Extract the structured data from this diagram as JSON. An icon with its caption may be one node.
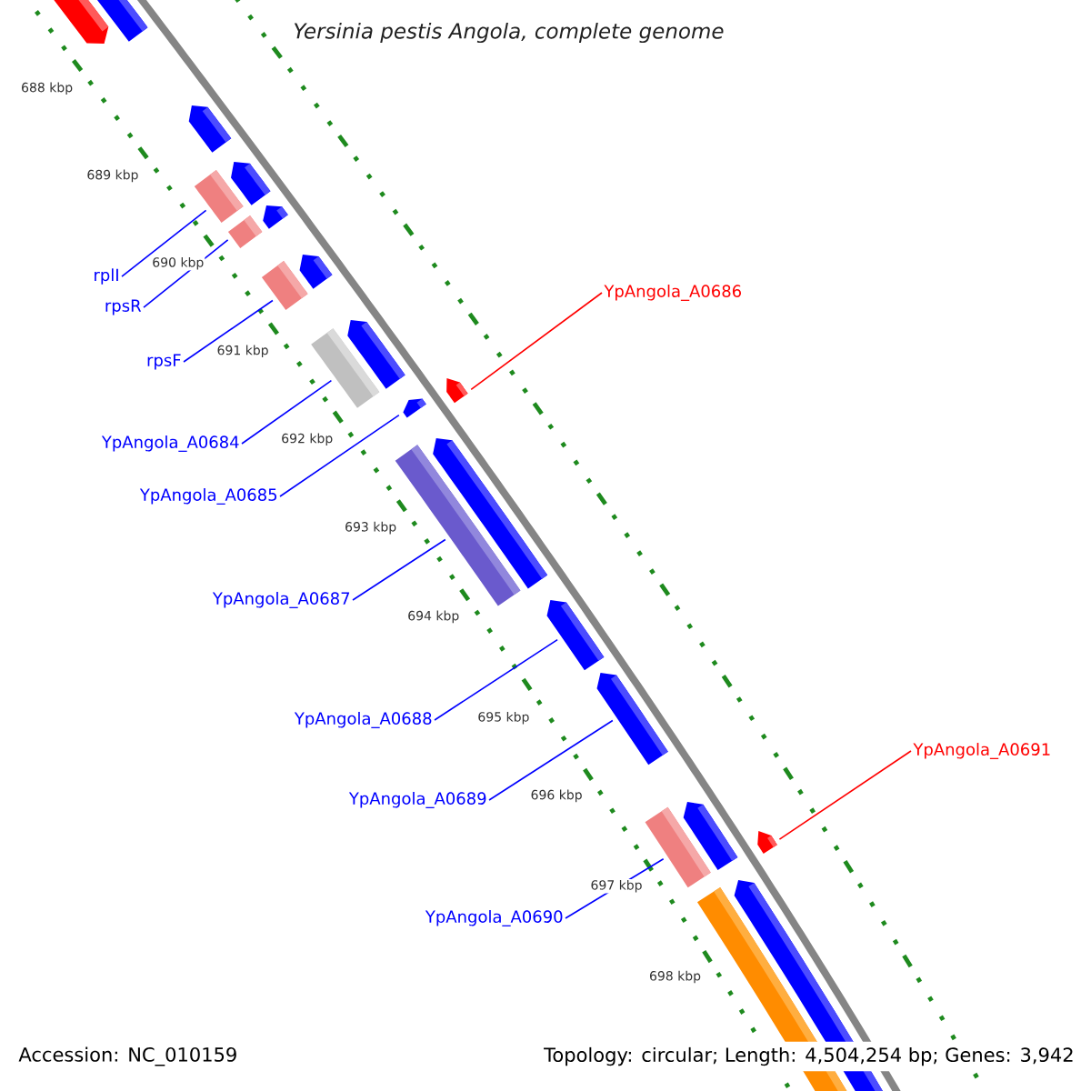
{
  "diagram": {
    "title": "Yersinia pestis Angola, complete genome",
    "nodes": [
      {
        "text": [
          "rplI"
        ]
      },
      {
        "text": [
          "YpAngola_A0686"
        ]
      },
      {
        "text": [
          "rpsR"
        ]
      },
      {
        "text": [
          "rpsF"
        ]
      },
      {
        "text": [
          "YpAngola_A0684"
        ]
      },
      {
        "text": [
          "YpAngola_A0685"
        ]
      },
      {
        "text": [
          "YpAngola_A0687"
        ]
      },
      {
        "text": [
          "YpAngola_A0688"
        ]
      },
      {
        "text": [
          "YpAngola_A0691"
        ]
      },
      {
        "text": [
          "YpAngola_A0689"
        ]
      },
      {
        "text": [
          "YpAngola_A0690"
        ]
      },
      {
        "text": [],
        "shape": "bar"
      },
      {
        "text": [],
        "shape": "bar"
      },
      {
        "text": [],
        "shape": "bar"
      },
      {
        "text": [],
        "shape": "bar"
      },
      {
        "text": [],
        "shape": "arrow"
      },
      {
        "text": [],
        "shape": "arrow"
      },
      {
        "text": [],
        "shape": "bar"
      },
      {
        "text": [],
        "shape": "arrow"
      },
      {
        "text": [],
        "shape": "arrow"
      },
      {
        "text": [],
        "shape": "bar"
      },
      {
        "text": [],
        "shape": "arrow"
      }
    ],
    "edges": [
      {
        "from": 0,
        "to": 11,
        "arrow": "none"
      },
      {
        "from": 1,
        "to": 15,
        "arrow": "none",
        "color": "#ff0000"
      },
      {
        "from": 2,
        "to": 12,
        "arrow": "none"
      },
      {
        "from": 3,
        "to": 13,
        "arrow": "none"
      },
      {
        "from": 4,
        "to": 14,
        "arrow": "none"
      },
      {
        "from": 5,
        "to": 16,
        "arrow": "none"
      },
      {
        "from": 6,
        "to": 17,
        "arrow": "none"
      },
      {
        "from": 7,
        "to": 18,
        "arrow": "none"
      },
      {
        "from": 8,
        "to": 21,
        "arrow": "none",
        "color": "#ff0000"
      },
      {
        "from": 9,
        "to": 19,
        "arrow": "none"
      },
      {
        "from": 10,
        "to": 20,
        "arrow": "none"
      }
    ],
    "labels": [
      "688 kbp",
      "689 kbp",
      "690 kbp",
      "691 kbp",
      "692 kbp",
      "693 kbp",
      "694 kbp",
      "695 kbp",
      "696 kbp",
      "697 kbp",
      "698 kbp",
      "Accession: NC_010159",
      "Topology: circular; Length: 4,504,254 bp; Genes: 3,942"
    ]
  }
}
